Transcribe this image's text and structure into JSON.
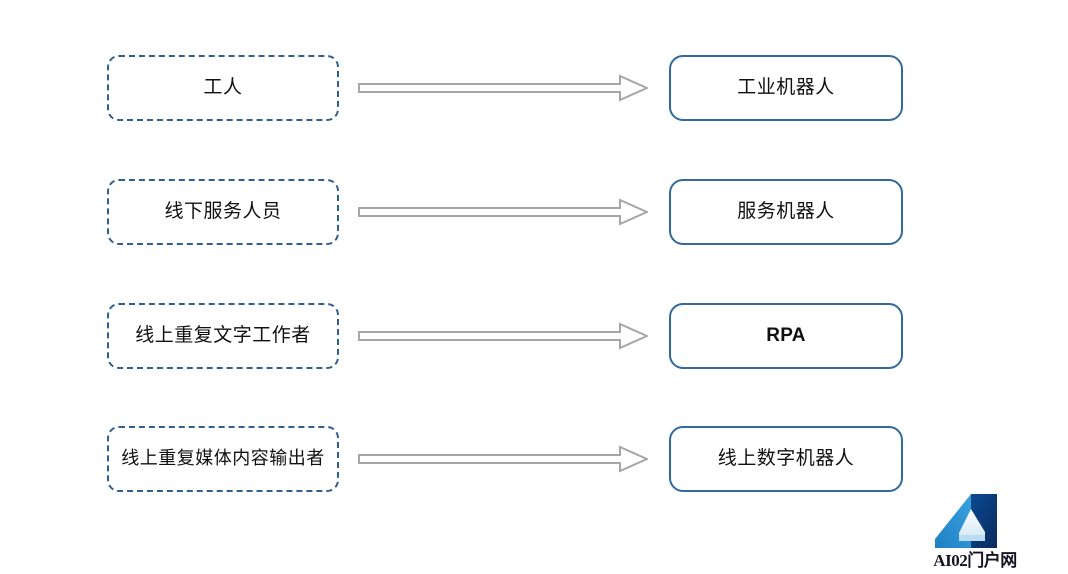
{
  "diagram": {
    "type": "mapping-flow",
    "title": "",
    "colors": {
      "source_border": "#2f6091",
      "target_border": "#336a9e",
      "arrow_stroke": "#a6a6a6",
      "arrow_fill": "#ffffff",
      "text": "#101010",
      "background": "#ffffff"
    },
    "rows": [
      {
        "source": {
          "label": "工人",
          "style": "dashed",
          "lines": 1
        },
        "arrow": {
          "icon": "block-arrow-right-icon",
          "direction": "right"
        },
        "target": {
          "label": "工业机器人",
          "style": "solid",
          "script": "han"
        }
      },
      {
        "source": {
          "label": "线下服务人员",
          "style": "dashed",
          "lines": 1
        },
        "arrow": {
          "icon": "block-arrow-right-icon",
          "direction": "right"
        },
        "target": {
          "label": "服务机器人",
          "style": "solid",
          "script": "han"
        }
      },
      {
        "source": {
          "label": "线上重复文字工作者",
          "style": "dashed",
          "lines": 1
        },
        "arrow": {
          "icon": "block-arrow-right-icon",
          "direction": "right"
        },
        "target": {
          "label": "RPA",
          "style": "solid",
          "script": "latin"
        }
      },
      {
        "source": {
          "label": "线上重复媒体内容输出者",
          "style": "dashed",
          "lines": 2
        },
        "arrow": {
          "icon": "block-arrow-right-icon",
          "direction": "right"
        },
        "target": {
          "label": "线上数字机器人",
          "style": "solid",
          "script": "han"
        }
      }
    ]
  },
  "watermark": {
    "icon": "a-logo-icon",
    "text": "AI02门户网"
  }
}
